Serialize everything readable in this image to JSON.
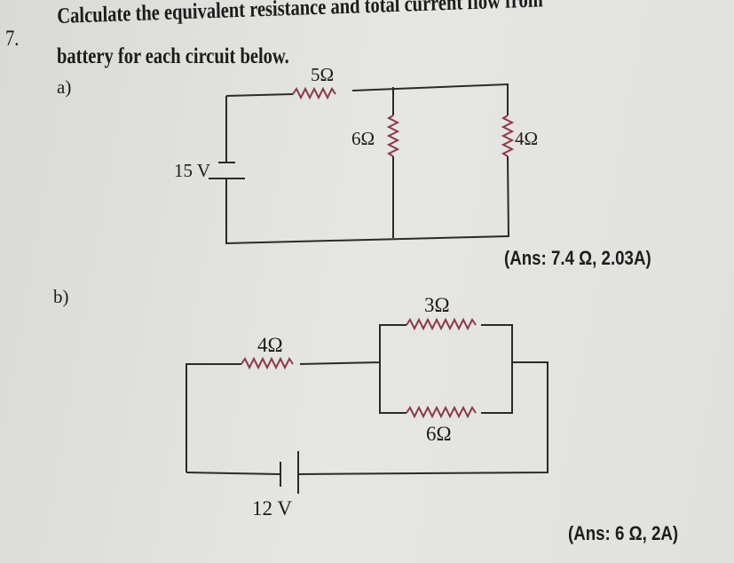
{
  "question": {
    "number": "7.",
    "line1": "Calculate the equivalent resistance and total current flow from",
    "line2": "battery for each circuit below."
  },
  "part_a": {
    "label": "a)",
    "voltage": "15 V",
    "resistors": [
      "5Ω",
      "6Ω",
      "4Ω"
    ],
    "answer": "(Ans: 7.4 Ω, 2.03A)"
  },
  "part_b": {
    "label": "b)",
    "voltage": "12 V",
    "resistors": [
      "4Ω",
      "3Ω",
      "6Ω"
    ],
    "answer": "(Ans: 6 Ω, 2A)"
  },
  "colors": {
    "resistor": "#8a3a4a",
    "wire": "#2a2a2a"
  }
}
